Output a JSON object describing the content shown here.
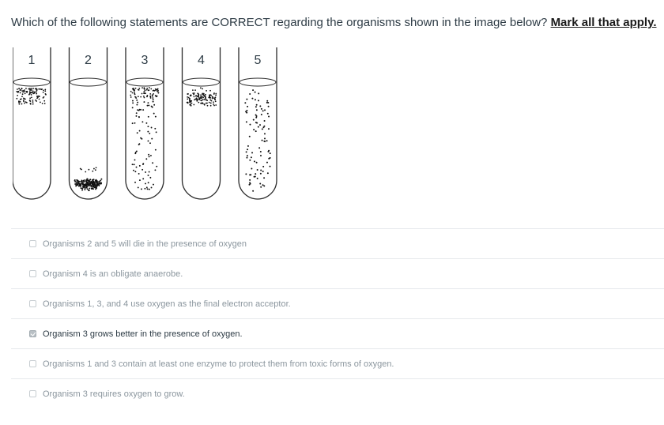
{
  "question": {
    "text": "Which of the following statements are CORRECT regarding the organisms shown in the image below? ",
    "emphasis": "Mark all that apply."
  },
  "figure": {
    "tube_labels": [
      "1",
      "2",
      "3",
      "4",
      "5"
    ]
  },
  "answers": [
    {
      "label": "Organisms 2 and 5 will die in the presence of oxygen",
      "checked": false
    },
    {
      "label": "Organism 4 is an obligate anaerobe.",
      "checked": false
    },
    {
      "label": "Organisms 1, 3, and 4 use oxygen as the final electron acceptor.",
      "checked": false
    },
    {
      "label": "Organism 3 grows better in the presence of oxygen.",
      "checked": true
    },
    {
      "label": "Organisms 1 and 3 contain at least one enzyme to protect them from toxic forms of oxygen.",
      "checked": false
    },
    {
      "label": "Organism 3 requires oxygen to grow.",
      "checked": false
    }
  ]
}
